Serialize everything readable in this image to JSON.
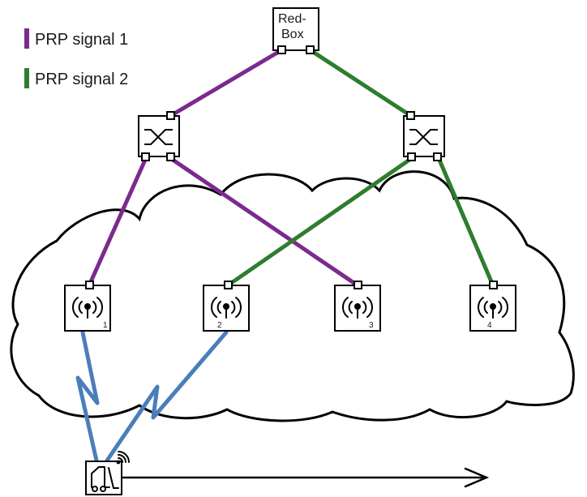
{
  "legend": [
    {
      "label": "PRP signal 1",
      "color": "#7b2a8e"
    },
    {
      "label": "PRP signal 2",
      "color": "#2e7d2e"
    }
  ],
  "redbox": {
    "line1": "Red-",
    "line2": "Box",
    "icon": "redbox-node"
  },
  "switches": [
    {
      "name": "switch-left",
      "icon": "switch-crossover-icon"
    },
    {
      "name": "switch-right",
      "icon": "switch-crossover-icon"
    }
  ],
  "access_points": [
    {
      "number": "1",
      "icon": "wireless-antenna-icon"
    },
    {
      "number": "2",
      "icon": "wireless-antenna-icon"
    },
    {
      "number": "3",
      "icon": "wireless-antenna-icon"
    },
    {
      "number": "4",
      "icon": "wireless-antenna-icon"
    }
  ],
  "wireless_link_color": "#4a7ebb",
  "cloud": {
    "icon": "network-cloud"
  },
  "mobile_client": {
    "icon": "vehicle-client-icon"
  },
  "motion": {
    "icon": "movement-arrow"
  }
}
